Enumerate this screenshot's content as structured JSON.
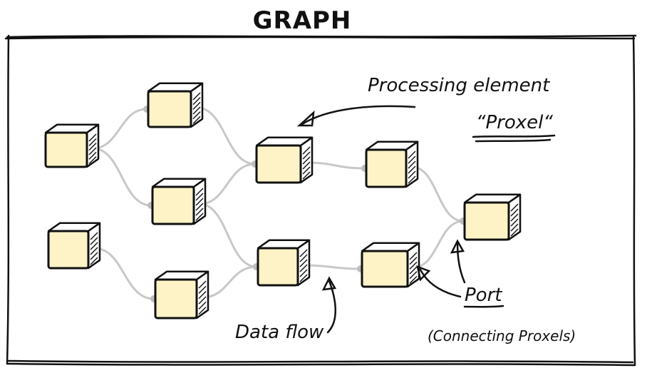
{
  "title": "GRAPH",
  "annotations": {
    "processing_element": "Processing element",
    "proxel": "“Proxel“",
    "data_flow": "Data flow",
    "port": "Port",
    "port_detail": "(Connecting Proxels)"
  },
  "nodes": [
    {
      "id": "n1"
    },
    {
      "id": "n2"
    },
    {
      "id": "n3"
    },
    {
      "id": "n4"
    },
    {
      "id": "n5"
    },
    {
      "id": "n6"
    },
    {
      "id": "n7"
    },
    {
      "id": "n8"
    },
    {
      "id": "n9"
    },
    {
      "id": "n10"
    },
    {
      "id": "n11"
    }
  ],
  "edges": [
    [
      "n1",
      "n2"
    ],
    [
      "n1",
      "n3"
    ],
    [
      "n2",
      "n5"
    ],
    [
      "n3",
      "n5"
    ],
    [
      "n3",
      "n6"
    ],
    [
      "n4",
      "n7"
    ],
    [
      "n7",
      "n6"
    ],
    [
      "n5",
      "n8"
    ],
    [
      "n6",
      "n9"
    ],
    [
      "n8",
      "n10"
    ],
    [
      "n9",
      "n10"
    ]
  ]
}
